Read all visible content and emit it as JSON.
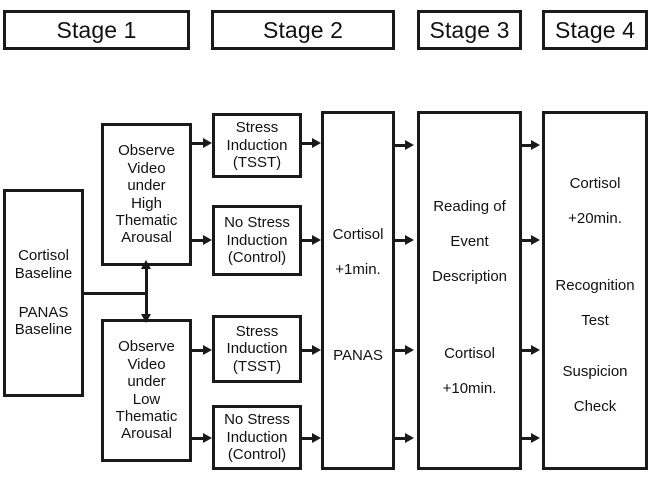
{
  "diagram": {
    "title_row": {
      "stages": [
        {
          "label": "Stage 1"
        },
        {
          "label": "Stage 2"
        },
        {
          "label": "Stage 3"
        },
        {
          "label": "Stage 4"
        }
      ]
    },
    "nodes": {
      "baseline": {
        "lines": [
          "Cortisol",
          "Baseline",
          "",
          "PANAS",
          "Baseline"
        ]
      },
      "observe_high": {
        "lines": [
          "Observe",
          "Video",
          "under",
          "High",
          "Thematic",
          "Arousal"
        ]
      },
      "observe_low": {
        "lines": [
          "Observe",
          "Video",
          "under",
          "Low",
          "Thematic",
          "Arousal"
        ]
      },
      "stress_high": {
        "lines": [
          "Stress",
          "Induction",
          "(TSST)"
        ]
      },
      "control_high": {
        "lines": [
          "No Stress",
          "Induction",
          "(Control)"
        ]
      },
      "stress_low": {
        "lines": [
          "Stress",
          "Induction",
          "(TSST)"
        ]
      },
      "control_low": {
        "lines": [
          "No Stress",
          "Induction",
          "(Control)"
        ]
      },
      "stage2_measures": {
        "block_1": [
          "Cortisol",
          "+1min."
        ],
        "block_2": [
          "PANAS"
        ]
      },
      "stage3_measures": {
        "block_1": [
          "Reading of",
          "Event",
          "Description"
        ],
        "block_2": [
          "Cortisol",
          "+10min."
        ]
      },
      "stage4_measures": {
        "block_1": [
          "Cortisol",
          "+20min."
        ],
        "block_2": [
          "Recognition",
          "Test"
        ],
        "block_3": [
          "Suspicion",
          "Check"
        ]
      }
    },
    "colors": {
      "stroke": "#1a1a1a",
      "background": "#ffffff",
      "text": "#111111"
    }
  }
}
